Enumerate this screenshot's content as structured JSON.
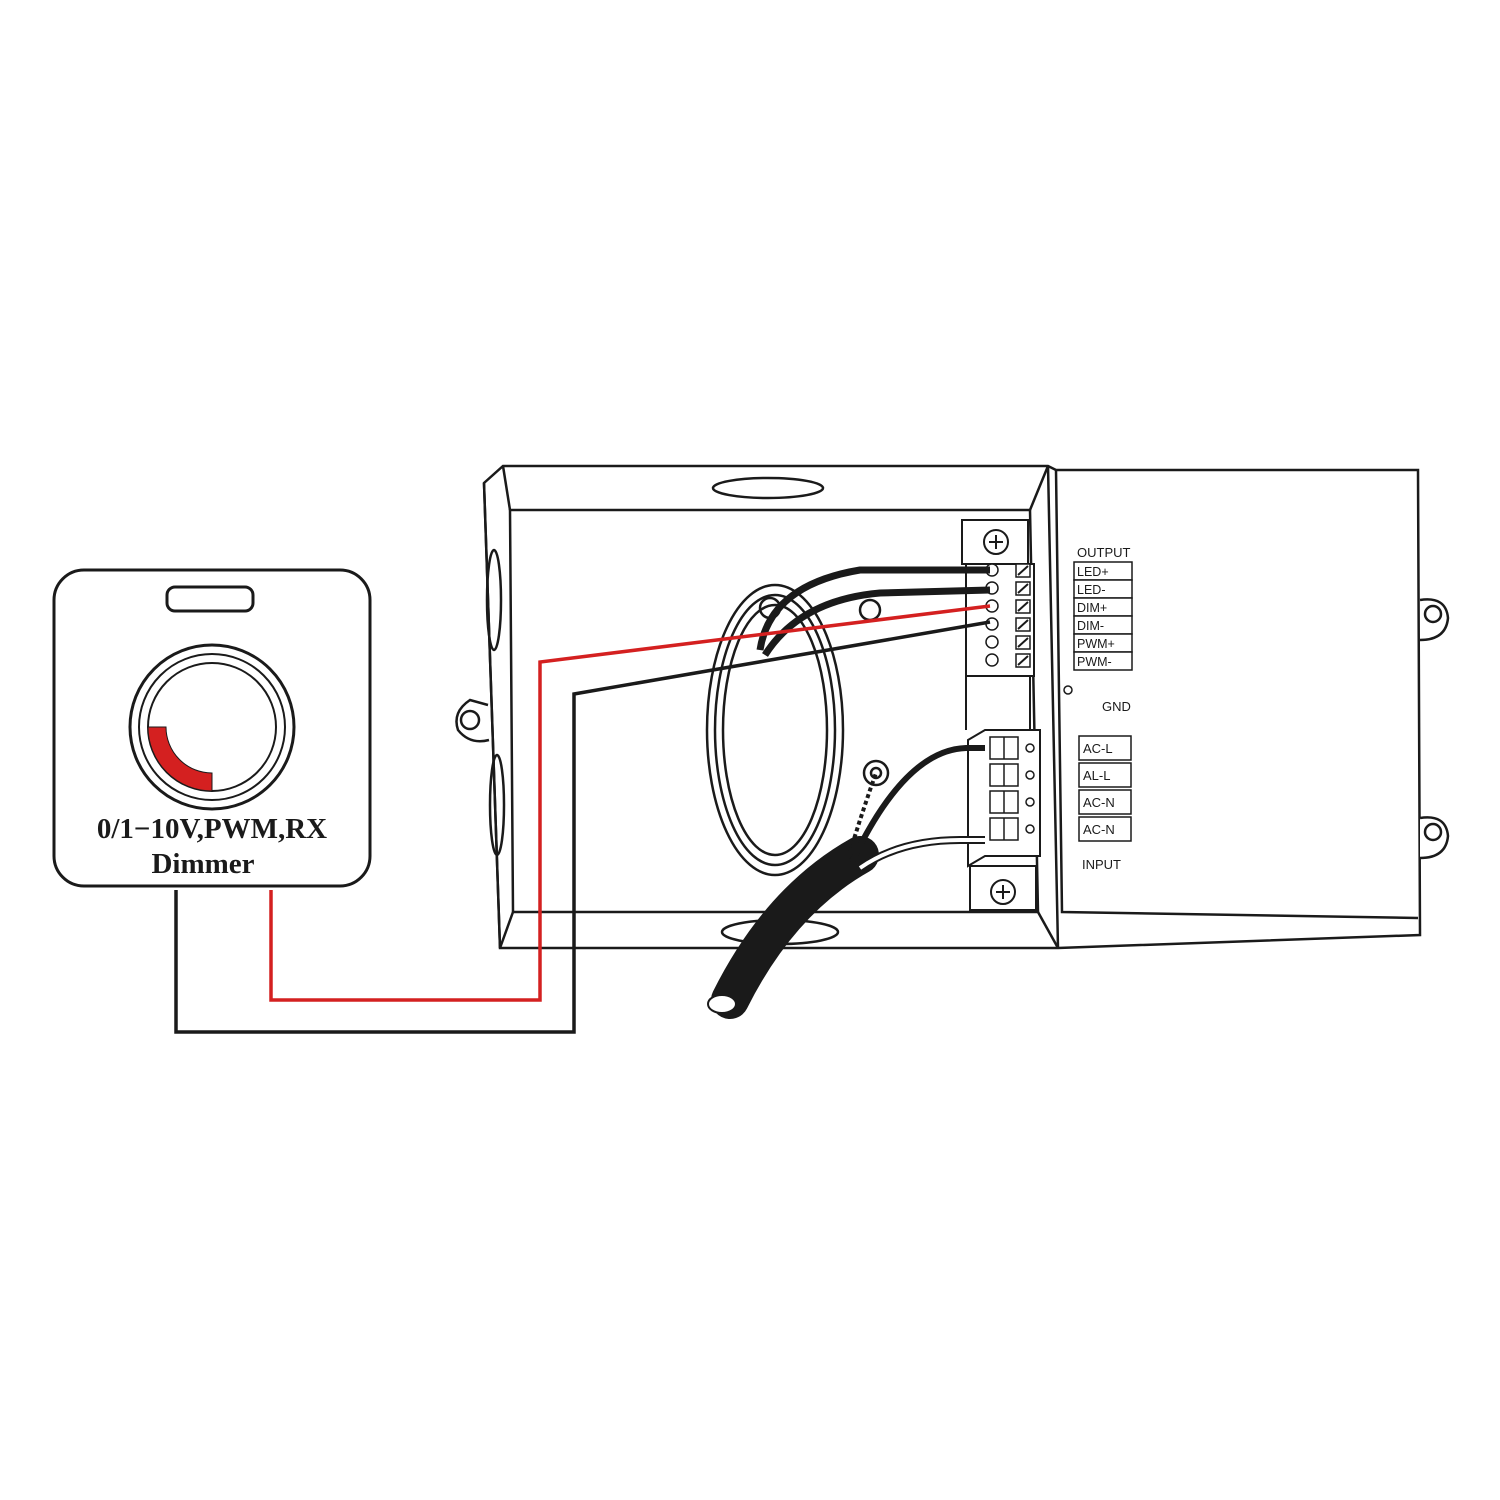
{
  "dimmer": {
    "line1": "0/1−10V,PWM,RX",
    "line2": "Dimmer",
    "knob_accent_color": "#d42020"
  },
  "driver": {
    "output": {
      "title": "OUTPUT",
      "terminals": [
        "LED+",
        "LED-",
        "DIM+",
        "DIM-",
        "PWM+",
        "PWM-"
      ]
    },
    "gnd_label": "GND",
    "input": {
      "title": "INPUT",
      "terminals": [
        "AC-L",
        "AL-L",
        "AC-N",
        "AC-N"
      ]
    }
  },
  "wire_colors": {
    "dim_positive": "#d42020",
    "dim_negative": "#1a1a1a"
  }
}
